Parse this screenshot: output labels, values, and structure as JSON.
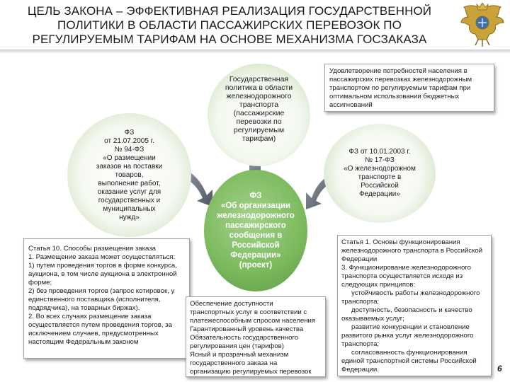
{
  "title": {
    "line1": "ЦЕЛЬ ЗАКОНА – ЭФФЕКТИВНАЯ РЕАЛИЗАЦИЯ ГОСУДАРСТВЕННОЙ",
    "line2": "ПОЛИТИКИ В ОБЛАСТИ ПАССАЖИРСКИХ ПЕРЕВОЗОК ПО",
    "line3": "РЕГУЛИРУЕМЫМ ТАРИФАМ НА ОСНОВЕ МЕХАНИЗМА ГОСЗАКАЗА"
  },
  "emblem": {
    "icon": "double-headed-eagle-emblem"
  },
  "circles": {
    "top": [
      "Государственная",
      "политика в области",
      "железнодорожного",
      "транспорта",
      "(пассажирские",
      "перевозки по",
      "регулируемым",
      "тарифам)"
    ],
    "left": [
      "ФЗ",
      "от 21.07.2005 г.",
      "№ 94-ФЗ",
      "«О размещении",
      "заказов на поставки",
      "товаров,",
      "выполнение работ,",
      "оказание услуг для",
      "государственных и",
      "муниципальных",
      "нужд»"
    ],
    "right": [
      "ФЗ от 10.01.2003 г.",
      "№ 17-ФЗ",
      "«О железнодорожном",
      "транспорте в",
      "Российской",
      "Федерации»"
    ],
    "center": [
      "ФЗ",
      "«Об организации",
      "железнодорожного",
      "пассажирского",
      "сообщения в",
      "Российской",
      "Федерации»",
      "(проект)"
    ]
  },
  "boxes": {
    "top_right": [
      "Удовлетворение потребностей населения в",
      "пассажирских перевозках железнодорожным",
      "транспортом по регулируемым тарифам при",
      "оптимальном использовании бюджетных",
      "ассигнований"
    ],
    "left": [
      "Статья 10. Способы размещения заказа",
      "1. Размещение заказа может осуществляться:",
      "1) путем проведения торгов в форме конкурса,",
      "аукциона, в том числе аукциона в электронной",
      "форме;",
      "2) без проведения торгов (запрос котировок, у",
      "единственного поставщика (исполнителя,",
      "подрядчика), на товарных биржах).",
      "2. Во всех случаях размещение заказа",
      "осуществляется путем проведения торгов, за",
      "исключением случаев, предусмотренных",
      "настоящим Федеральным законом"
    ],
    "bottom": [
      "Обеспечение доступности",
      "транспортных услуг в соответствии с",
      "платежеспособным спросом населения",
      "Гарантированный уровень качества",
      "Обязательность государственного",
      "регулирования цен (тарифов)",
      "Ясный и прозрачный механизм",
      "государственного заказа на",
      "организацию регулируемых перевозок"
    ],
    "right": [
      "Статья 1. Основы функционирования",
      "железнодорожного транспорта в Российской",
      "Федерации",
      "3. Функционирование железнодорожного",
      "транспорта осуществляется исходя из",
      "следующих принципов:",
      "устойчивость работы железнодорожного",
      "транспорта;",
      "доступность, безопасность и качество",
      "оказываемых услуг;",
      "развитие конкуренции и становление",
      "развитого рынка услуг железнодорожного",
      "транспорта;",
      "согласованность функционирования",
      "единой транспортной системы Российской",
      "Федерации."
    ]
  },
  "page_number": "6",
  "colors": {
    "arrow": "#5f6875",
    "center_circle": "#7dbb5f",
    "outer_circle_ring": "#c2d9b0"
  }
}
